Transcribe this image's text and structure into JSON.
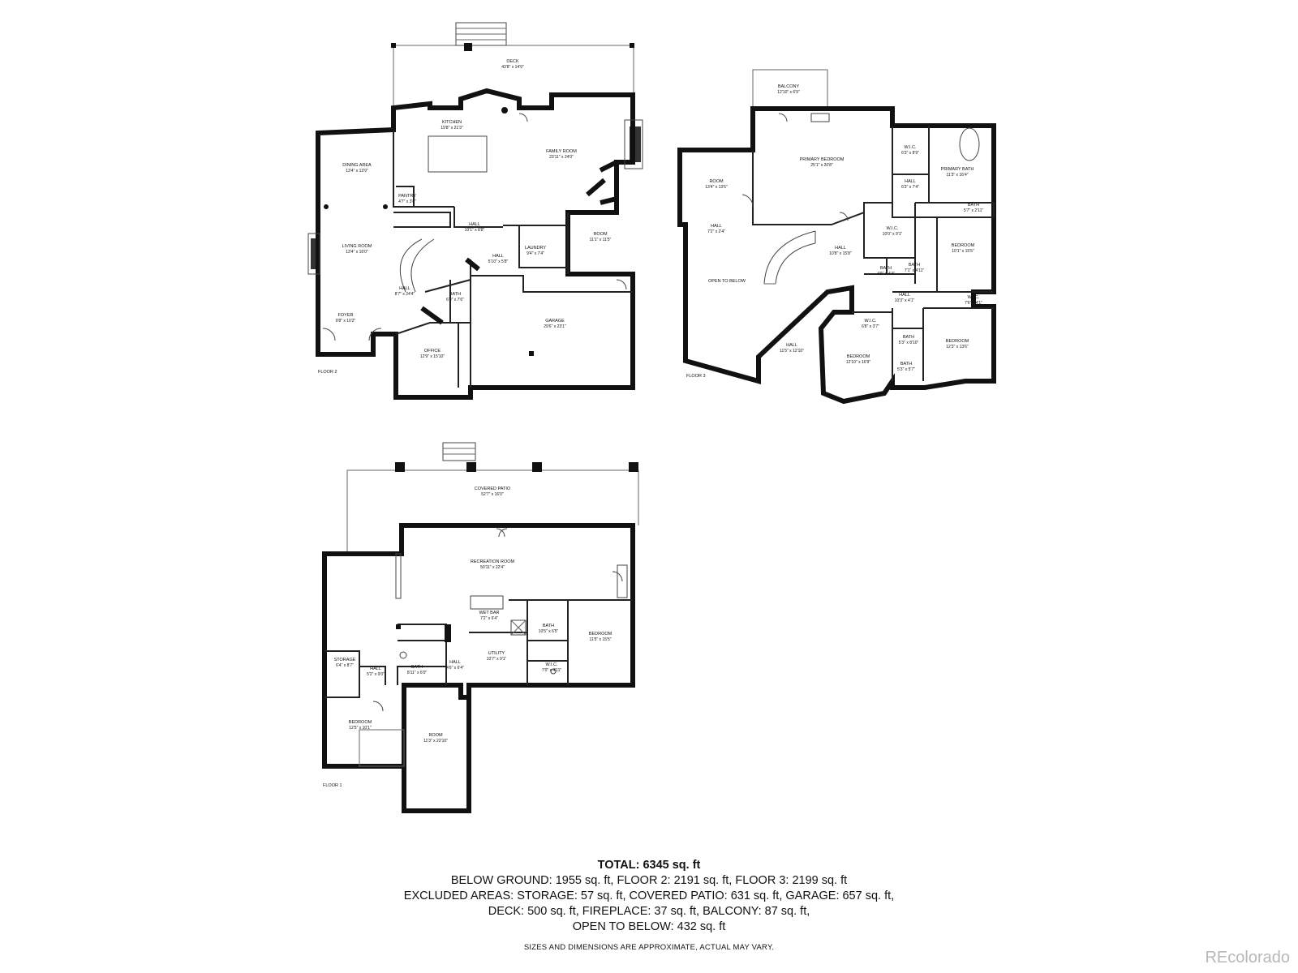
{
  "rooms": {
    "f2": [
      {
        "id": "deck",
        "name": "DECK",
        "dims": "43'8\" x 14'9\""
      },
      {
        "id": "kitchen",
        "name": "KITCHEN",
        "dims": "19'8\" x 21'3\""
      },
      {
        "id": "family",
        "name": "FAMILY ROOM",
        "dims": "23'11\" x 24'0\""
      },
      {
        "id": "dining",
        "name": "DINING AREA",
        "dims": "13'4\" x 13'9\""
      },
      {
        "id": "pantry",
        "name": "PANTRY",
        "dims": "4'7\" x 3'8\""
      },
      {
        "id": "hall1",
        "name": "HALL",
        "dims": "10'1\" x 8'8\""
      },
      {
        "id": "room",
        "name": "ROOM",
        "dims": "11'1\" x 11'5\""
      },
      {
        "id": "living",
        "name": "LIVING ROOM",
        "dims": "13'4\" x 16'0\""
      },
      {
        "id": "hall2",
        "name": "HALL",
        "dims": "5'10\" x 5'8\""
      },
      {
        "id": "laundry",
        "name": "LAUNDRY",
        "dims": "9'4\" x 7'4\""
      },
      {
        "id": "hall3",
        "name": "HALL",
        "dims": "8'7\" x 24'4\""
      },
      {
        "id": "bath",
        "name": "BATH",
        "dims": "6'0\" x 7'6\""
      },
      {
        "id": "garage",
        "name": "GARAGE",
        "dims": "29'6\" x 23'1\""
      },
      {
        "id": "foyer",
        "name": "FOYER",
        "dims": "9'8\" x 10'2\""
      },
      {
        "id": "office",
        "name": "OFFICE",
        "dims": "12'9\" x 15'10\""
      }
    ],
    "f3": [
      {
        "id": "balcony",
        "name": "BALCONY",
        "dims": "12'10\" x 6'9\""
      },
      {
        "id": "primary",
        "name": "PRIMARY BEDROOM",
        "dims": "25'1\" x 20'8\""
      },
      {
        "id": "wic1",
        "name": "W.I.C.",
        "dims": "6'3\" x 8'9\""
      },
      {
        "id": "pbath",
        "name": "PRIMARY BATH",
        "dims": "11'3\" x 16'4\""
      },
      {
        "id": "room3",
        "name": "ROOM",
        "dims": "13'4\" x 13'6\""
      },
      {
        "id": "hall4",
        "name": "HALL",
        "dims": "6'3\" x 7'4\""
      },
      {
        "id": "bath1",
        "name": "BATH",
        "dims": "5'7\" x 2'11\""
      },
      {
        "id": "hall5",
        "name": "HALL",
        "dims": "7'2\" x 2'4\""
      },
      {
        "id": "wic2",
        "name": "W.I.C.",
        "dims": "10'0\" x 9'1\""
      },
      {
        "id": "hall6",
        "name": "HALL",
        "dims": "10'8\" x 15'8\""
      },
      {
        "id": "bedroom1",
        "name": "BEDROOM",
        "dims": "10'1\" x 15'5\""
      },
      {
        "id": "bath2",
        "name": "BATH",
        "dims": "4'9\" x 4'4\""
      },
      {
        "id": "bath3",
        "name": "BATH",
        "dims": "7'1\" x 4'11\""
      },
      {
        "id": "otb",
        "name": "OPEN TO BELOW",
        "dims": ""
      },
      {
        "id": "hall7",
        "name": "HALL",
        "dims": "10'3\" x 4'1\""
      },
      {
        "id": "wic3",
        "name": "W.I.C.",
        "dims": "7'6\" x 4'1\""
      },
      {
        "id": "wic4",
        "name": "W.I.C.",
        "dims": "6'8\" x 3'7\""
      },
      {
        "id": "bath4",
        "name": "BATH",
        "dims": "5'3\" x 8'10\""
      },
      {
        "id": "bedroom2",
        "name": "BEDROOM",
        "dims": "12'3\" x 13'6\""
      },
      {
        "id": "hall8",
        "name": "HALL",
        "dims": "11'5\" x 12'10\""
      },
      {
        "id": "bedroom3",
        "name": "BEDROOM",
        "dims": "12'10\" x 16'9\""
      },
      {
        "id": "bath5",
        "name": "BATH",
        "dims": "5'3\" x 5'7\""
      }
    ],
    "f1": [
      {
        "id": "patio",
        "name": "COVERED PATIO",
        "dims": "52'7\" x 16'0\""
      },
      {
        "id": "rec",
        "name": "RECREATION ROOM",
        "dims": "50'11\" x 22'4\""
      },
      {
        "id": "wetbar",
        "name": "WET BAR",
        "dims": "7'2\" x 6'4\""
      },
      {
        "id": "bath6",
        "name": "BATH",
        "dims": "10'5\" x 6'5\""
      },
      {
        "id": "bedroom4",
        "name": "BEDROOM",
        "dims": "11'5\" x 15'5\""
      },
      {
        "id": "storage",
        "name": "STORAGE",
        "dims": "6'4\" x 8'7\""
      },
      {
        "id": "hall9",
        "name": "HALL",
        "dims": "5'2\" x 9'0\""
      },
      {
        "id": "bath7",
        "name": "BATH",
        "dims": "8'11\" x 6'0\""
      },
      {
        "id": "hall10",
        "name": "HALL",
        "dims": "4'6\" x 6'4\""
      },
      {
        "id": "utility",
        "name": "UTILITY",
        "dims": "10'7\" x 9'1\""
      },
      {
        "id": "wic5",
        "name": "W.I.C.",
        "dims": "7'0\" x 4'11\""
      },
      {
        "id": "bedroom5",
        "name": "BEDROOM",
        "dims": "12'5\" x 10'1\""
      },
      {
        "id": "room1",
        "name": "ROOM",
        "dims": "11'3\" x 22'10\""
      }
    ]
  },
  "floor_labels": {
    "f2": "FLOOR 2",
    "f3": "FLOOR 3",
    "f1": "FLOOR 1"
  },
  "summary": {
    "total": "TOTAL: 6345 sq. ft",
    "line1": "BELOW GROUND: 1955 sq. ft, FLOOR 2: 2191 sq. ft, FLOOR 3: 2199 sq. ft",
    "line2": "EXCLUDED AREAS: STORAGE: 57 sq. ft, COVERED PATIO: 631 sq. ft, GARAGE: 657 sq. ft,",
    "line3": "DECK: 500 sq. ft, FIREPLACE: 37 sq. ft, BALCONY: 87 sq. ft,",
    "line4": "OPEN TO BELOW: 432 sq. ft"
  },
  "disclaimer": "SIZES AND DIMENSIONS ARE APPROXIMATE, ACTUAL MAY VARY.",
  "watermark": "REcolorado"
}
